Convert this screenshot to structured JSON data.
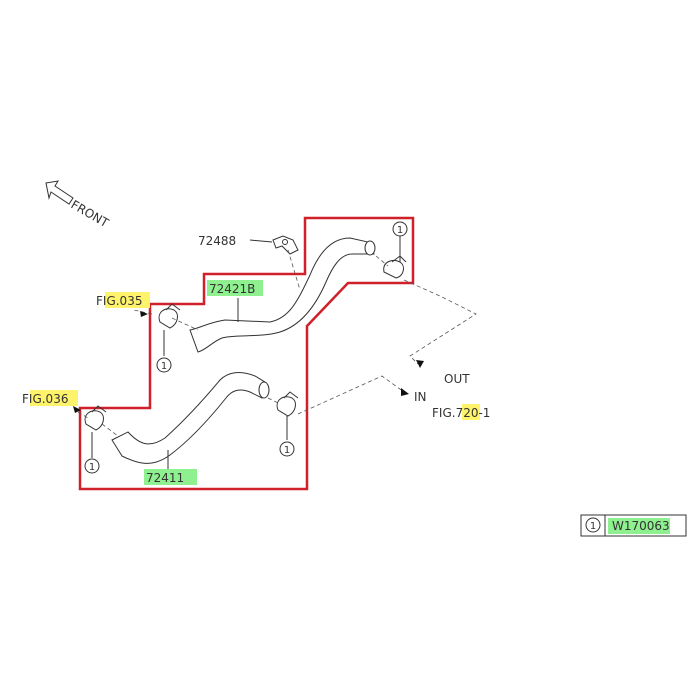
{
  "diagram": {
    "front_label": "FRONT",
    "fig_035": {
      "prefix": "F",
      "highlighted": "IG.035"
    },
    "fig_036": {
      "prefix": "F",
      "highlighted": "IG.036"
    },
    "fig_720": {
      "prefix": "FIG.",
      "highlighted": "72",
      "suffix": "0-1"
    },
    "part_72488": "72488",
    "part_72421B": "72421B",
    "part_72411": "72411",
    "out_label": "OUT",
    "in_label": "IN",
    "callout_number": "1"
  },
  "legend": {
    "callout": "1",
    "code_highlighted": "W17006",
    "code_suffix": "3"
  },
  "colors": {
    "outline": "#d0202a",
    "yellow_highlight": "#fff36b",
    "green_highlight": "#8ff08f",
    "ink": "#333333"
  }
}
